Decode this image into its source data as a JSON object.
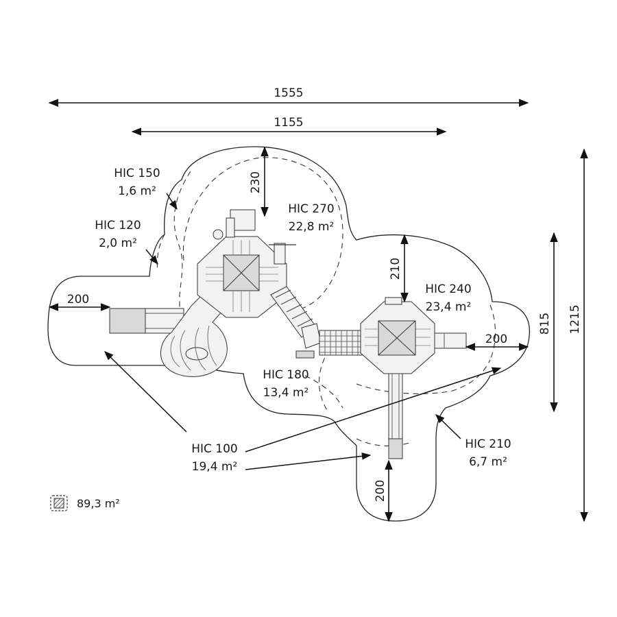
{
  "dimensions": {
    "overall_width": "1555",
    "platform_width": "1155",
    "overall_depth": "1215",
    "right_depth": "815",
    "zone_left": "200",
    "zone_right": "200",
    "zone_bottom": "200",
    "zone_top": "230",
    "zone_mid": "210"
  },
  "hic_labels": {
    "hic150": {
      "name": "HIC 150",
      "area": "1,6 m²"
    },
    "hic120": {
      "name": "HIC 120",
      "area": "2,0 m²"
    },
    "hic270": {
      "name": "HIC 270",
      "area": "22,8 m²"
    },
    "hic240": {
      "name": "HIC 240",
      "area": "23,4 m²"
    },
    "hic180": {
      "name": "HIC 180",
      "area": "13,4 m²"
    },
    "hic100": {
      "name": "HIC 100",
      "area": "19,4 m²"
    },
    "hic210": {
      "name": "HIC 210",
      "area": "6,7 m²"
    }
  },
  "legend": {
    "icon": "hatched-square-icon",
    "total_area": "89,3 m²"
  }
}
